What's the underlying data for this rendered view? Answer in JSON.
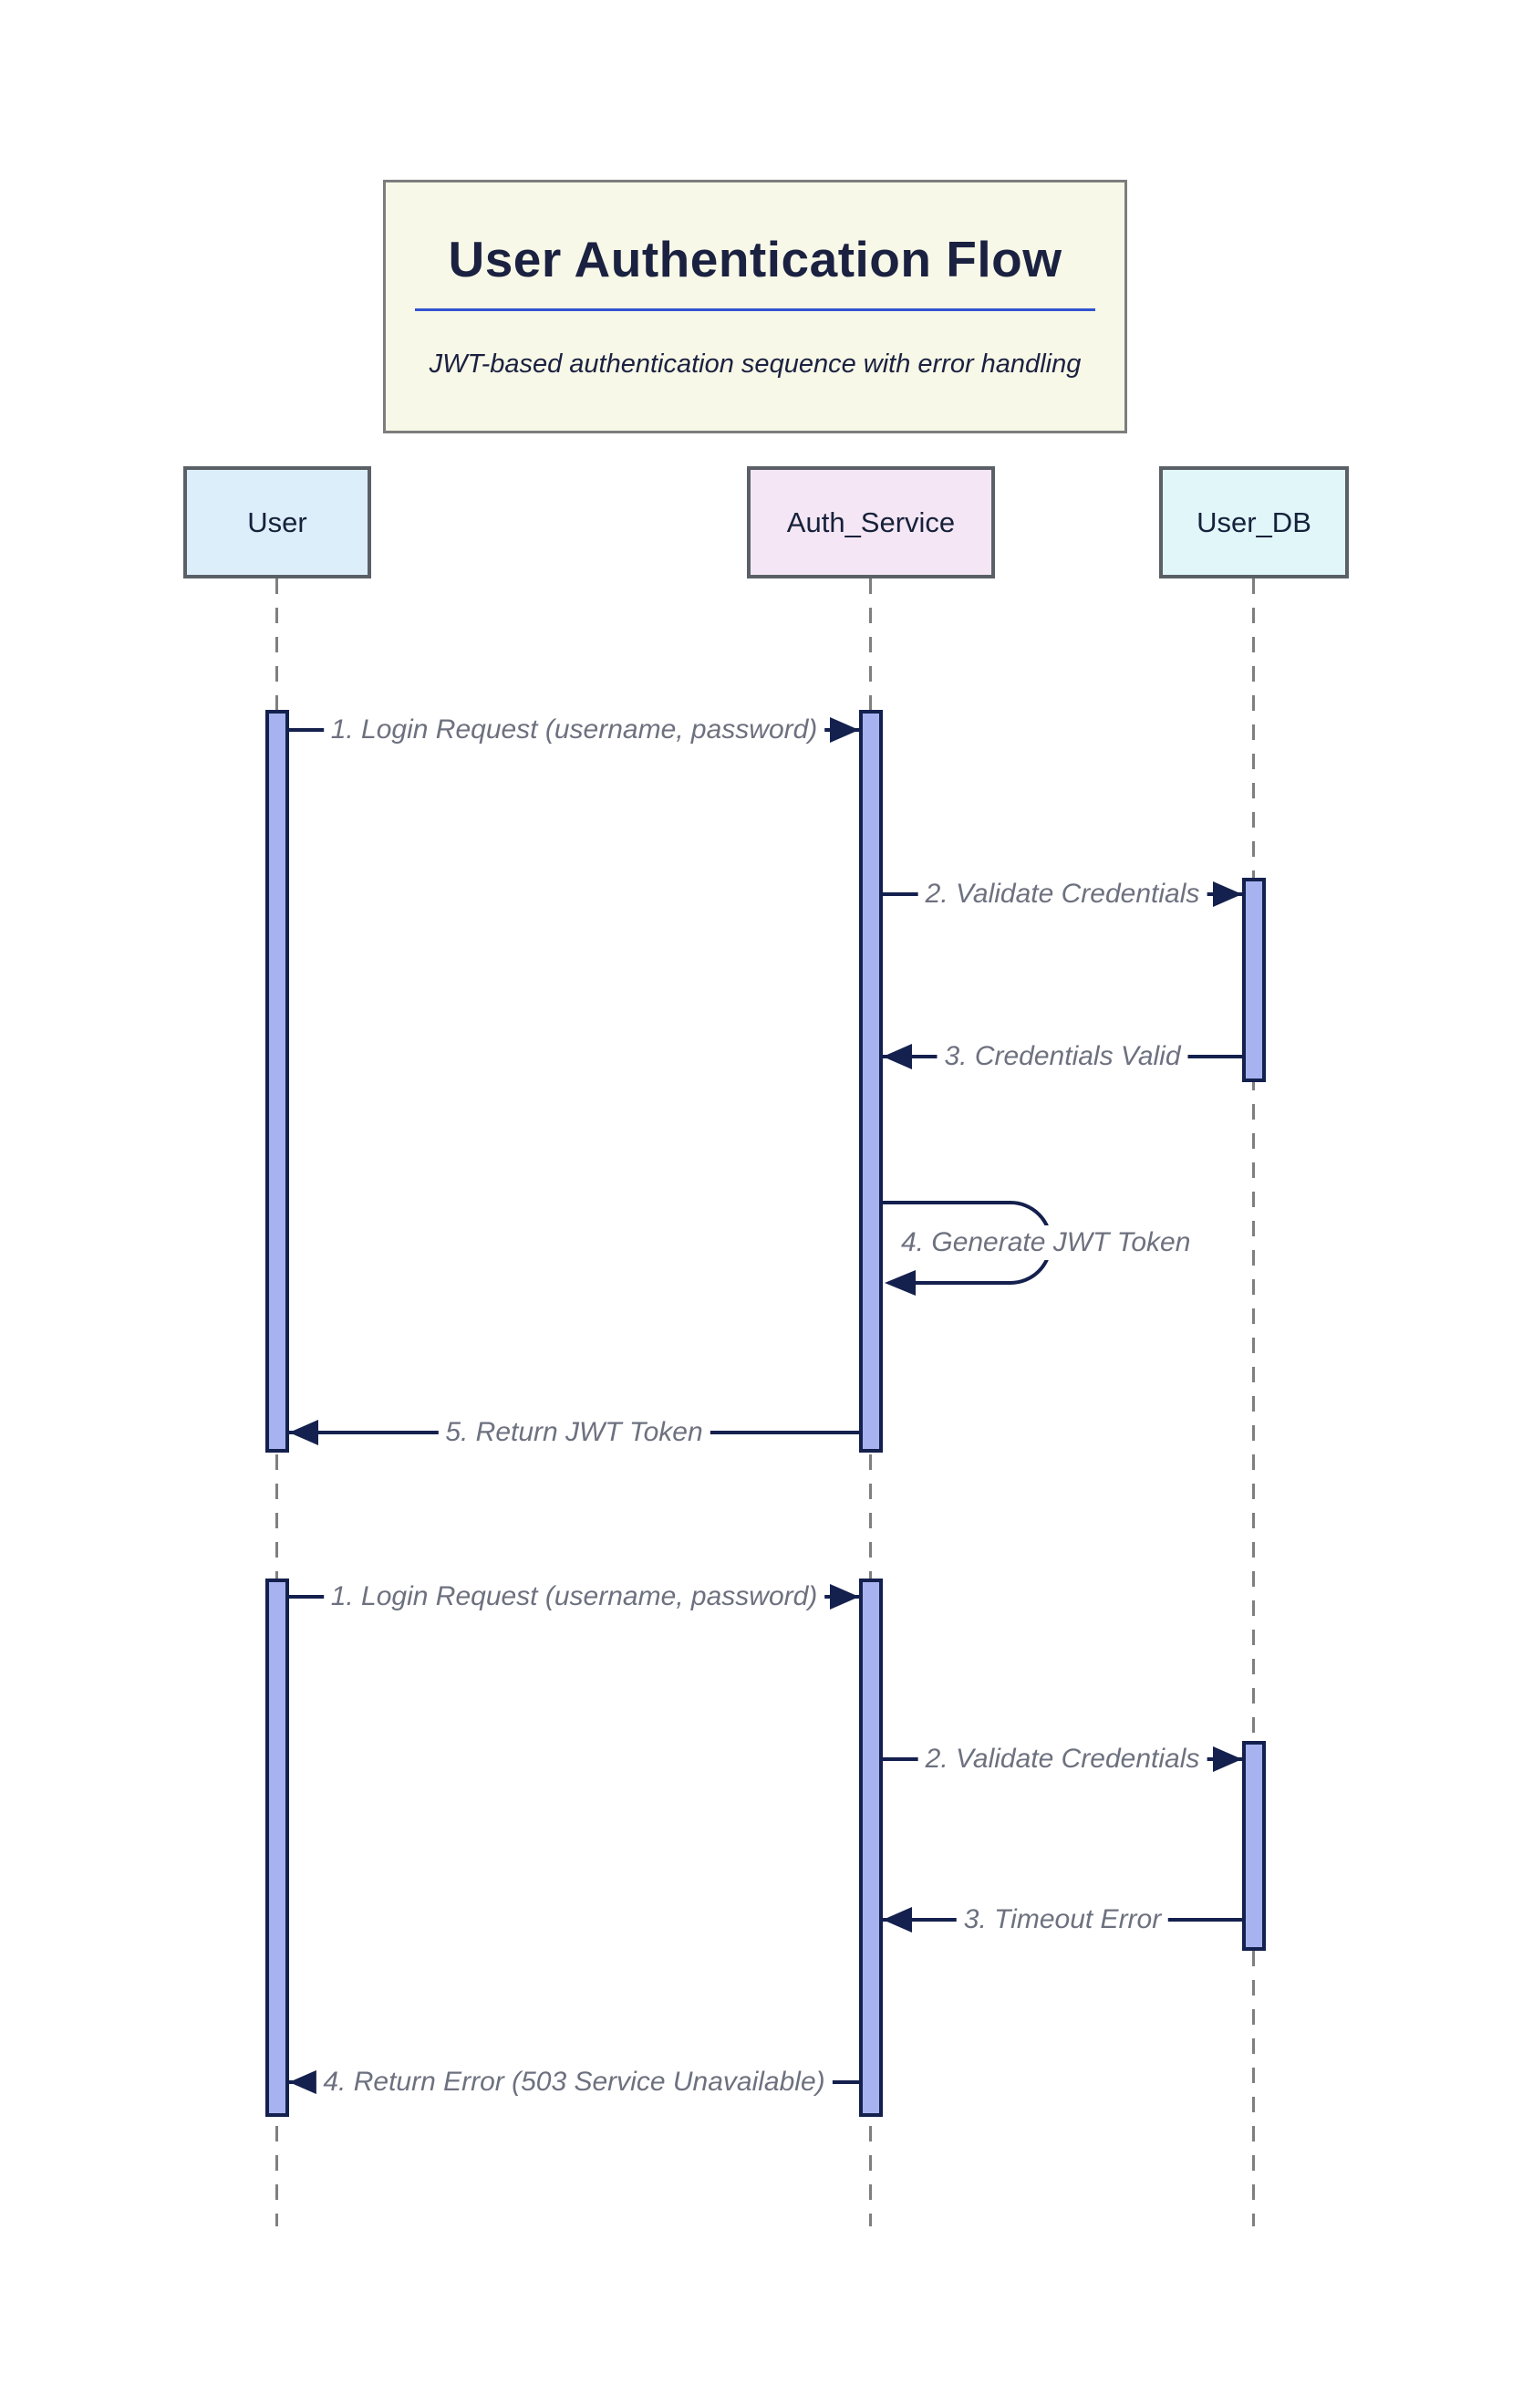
{
  "diagram": {
    "title": "User Authentication Flow",
    "subtitle": "JWT-based authentication sequence with error handling",
    "type": "sequence-diagram"
  },
  "actors": [
    {
      "label": "User"
    },
    {
      "label": "Auth_Service"
    },
    {
      "label": "User_DB"
    }
  ],
  "flows": {
    "success": {
      "messages": [
        {
          "label": "1. Login Request (username, password)",
          "from": "User",
          "to": "Auth_Service",
          "direction": "right"
        },
        {
          "label": "2. Validate Credentials",
          "from": "Auth_Service",
          "to": "User_DB",
          "direction": "right"
        },
        {
          "label": "3. Credentials Valid",
          "from": "User_DB",
          "to": "Auth_Service",
          "direction": "left"
        },
        {
          "label": "4. Generate JWT Token",
          "from": "Auth_Service",
          "to": "Auth_Service",
          "direction": "self"
        },
        {
          "label": "5. Return JWT Token",
          "from": "Auth_Service",
          "to": "User",
          "direction": "left"
        }
      ]
    },
    "error": {
      "messages": [
        {
          "label": "1. Login Request (username, password)",
          "from": "User",
          "to": "Auth_Service",
          "direction": "right"
        },
        {
          "label": "2. Validate Credentials",
          "from": "Auth_Service",
          "to": "User_DB",
          "direction": "right"
        },
        {
          "label": "3. Timeout Error",
          "from": "User_DB",
          "to": "Auth_Service",
          "direction": "left"
        },
        {
          "label": "4. Return Error (503 Service Unavailable)",
          "from": "Auth_Service",
          "to": "User",
          "direction": "left"
        }
      ]
    }
  },
  "colors": {
    "title_box_bg": "#f7f8e7",
    "title_text": "#1b2140",
    "title_divider": "#2f54d0",
    "actor_user_bg": "#ddeefb",
    "actor_auth_service_bg": "#f4e6f4",
    "actor_user_db_bg": "#e0f6f9",
    "actor_border": "#5a6066",
    "activation_bar_fill": "#a7b3f0",
    "activation_bar_border": "#14204d",
    "message_line": "#14204d",
    "message_text": "#6d717f",
    "lifeline": "#7f7f7f"
  }
}
